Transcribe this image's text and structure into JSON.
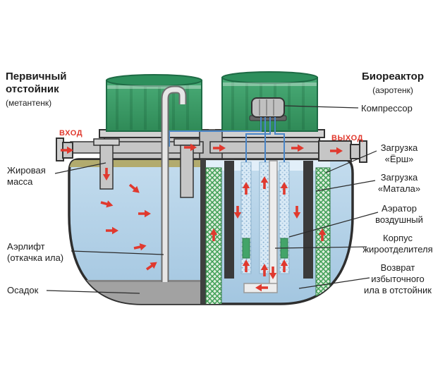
{
  "colors": {
    "accent_red": "#e0392e",
    "lid_green": "#3a9e68",
    "water_blue": "#b6d4e8",
    "media_green": "#3f9e55",
    "metal_gray": "#c6c6c6",
    "sediment_gray": "#a2a2a2",
    "fat_olive": "#b2ab6e"
  },
  "labels": {
    "title_left": "Первичный\nотстойник",
    "title_left_sub": "(метантенк)",
    "title_right": "Биореактор",
    "title_right_sub": "(аэротенк)",
    "inlet": "ВХОД",
    "outlet": "ВЫХОД",
    "compressor": "Компрессор",
    "fat": "Жировая\nмасса",
    "airlift": "Аэрлифт\n(откачка ила)",
    "sediment": "Осадок",
    "media_ersh": "Загрузка\n«Ёрш»",
    "media_matala": "Загрузка\n«Матала»",
    "air_diffuser": "Аэратор\nвоздушный",
    "grease_housing": "Корпус\nжироотделителя",
    "sludge_return": "Возврат\nизбыточного\nила в отстойник"
  }
}
